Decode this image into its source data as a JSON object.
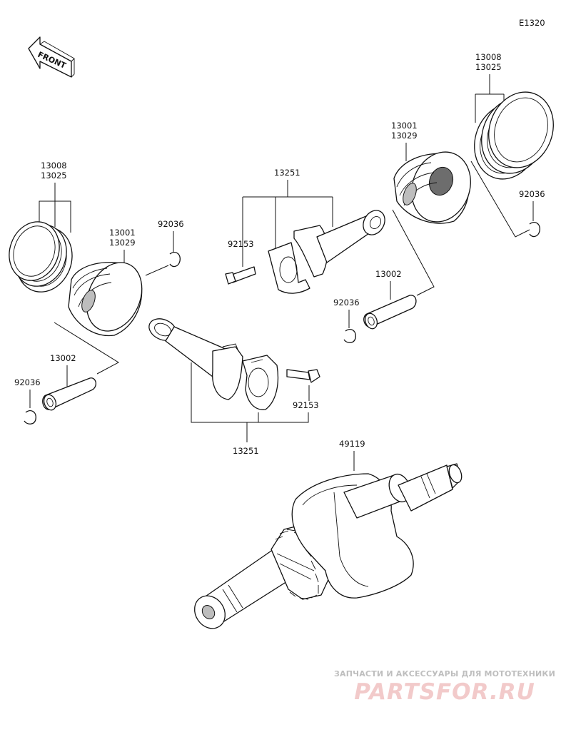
{
  "diagram": {
    "code": "E1320",
    "front_label": "FRONT",
    "labels": {
      "rings_left_a": "13008",
      "rings_left_b": "13025",
      "piston_left_a": "13001",
      "piston_left_b": "13029",
      "clip_upper_left": "92036",
      "pin_left": "13002",
      "clip_left": "92036",
      "rod_upper": "13251",
      "bolt_upper": "92153",
      "piston_right_a": "13001",
      "piston_right_b": "13029",
      "rings_right_a": "13008",
      "rings_right_b": "13025",
      "clip_right": "92036",
      "pin_right": "13002",
      "clip_mid": "92036",
      "bolt_lower": "92153",
      "rod_lower": "13251",
      "crankshaft": "49119"
    }
  },
  "watermark": {
    "tagline": "ЗАПЧАСТИ И АКСЕССУАРЫ ДЛЯ МОТОТЕХНИКИ",
    "brand": "PARTSFOR.RU"
  }
}
